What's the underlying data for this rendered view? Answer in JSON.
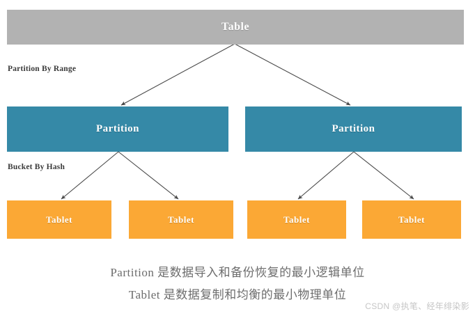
{
  "diagram": {
    "title_node": {
      "label": "Table"
    },
    "edge_labels": [
      {
        "id": "partition-by-range",
        "text": "Partition By Range"
      },
      {
        "id": "bucket-by-hash",
        "text": "Bucket By Hash"
      }
    ],
    "partitions": [
      {
        "label": "Partition"
      },
      {
        "label": "Partition"
      }
    ],
    "tablets": [
      {
        "label": "Tablet"
      },
      {
        "label": "Tablet"
      },
      {
        "label": "Tablet"
      },
      {
        "label": "Tablet"
      }
    ],
    "captions": [
      "Partition 是数据导入和备份恢复的最小逻辑单位",
      "Tablet 是数据复制和均衡的最小物理单位"
    ],
    "watermark": "CSDN @执笔、经年绯染影",
    "colors": {
      "table_fill": "#b2b2b2",
      "partition_fill": "#3589a7",
      "tablet_fill": "#fba835",
      "arrow_stroke": "#4a4a4a",
      "caption_text": "#6d6d6d",
      "label_text": "#3a3a3a",
      "watermark_text": "#c6c6c6",
      "background": "#ffffff"
    }
  }
}
